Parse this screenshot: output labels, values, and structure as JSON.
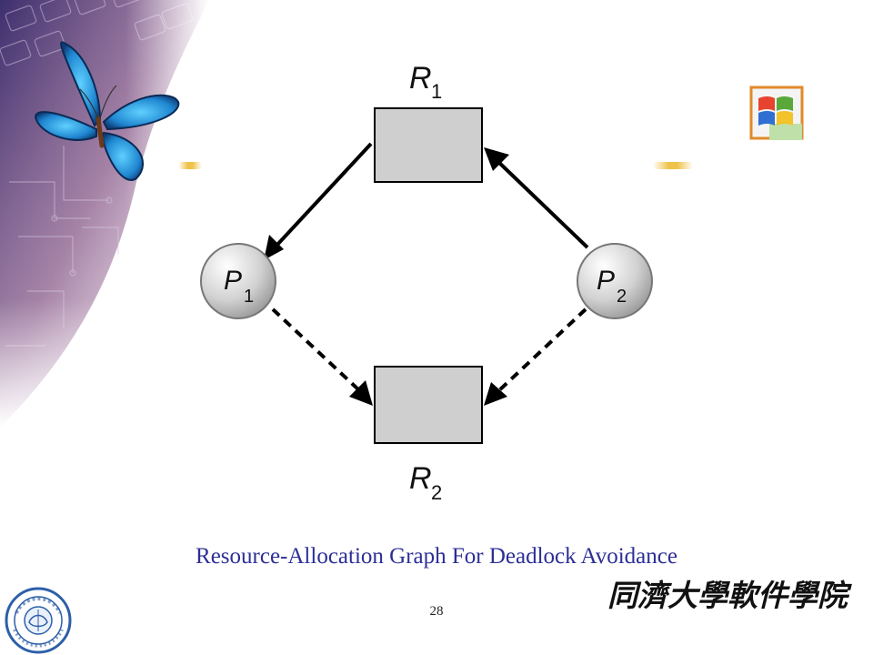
{
  "diagram": {
    "nodes": {
      "r1": {
        "letter": "R",
        "sub": "1",
        "kind": "resource"
      },
      "r2": {
        "letter": "R",
        "sub": "2",
        "kind": "resource"
      },
      "p1": {
        "letter": "P",
        "sub": "1",
        "kind": "process"
      },
      "p2": {
        "letter": "P",
        "sub": "2",
        "kind": "process"
      }
    },
    "edges": [
      {
        "from": "r1",
        "to": "p1",
        "style": "solid"
      },
      {
        "from": "p2",
        "to": "r1",
        "style": "solid"
      },
      {
        "from": "p1",
        "to": "r2",
        "style": "dashed"
      },
      {
        "from": "p2",
        "to": "r2",
        "style": "dashed"
      }
    ]
  },
  "caption": "Resource-Allocation Graph For Deadlock Avoidance",
  "page_number": "28",
  "school_name": "同濟大學軟件學院",
  "seal": {
    "year": "1907",
    "text": "TONGJI UNIVERSITY",
    "glyphs": "同济大学"
  },
  "colors": {
    "caption": "#2c2f96",
    "resource_fill": "#cfcfcf",
    "process_fill": "#d2d2d2",
    "butterfly": "#2a8fd6",
    "accent": "#efc24a"
  }
}
